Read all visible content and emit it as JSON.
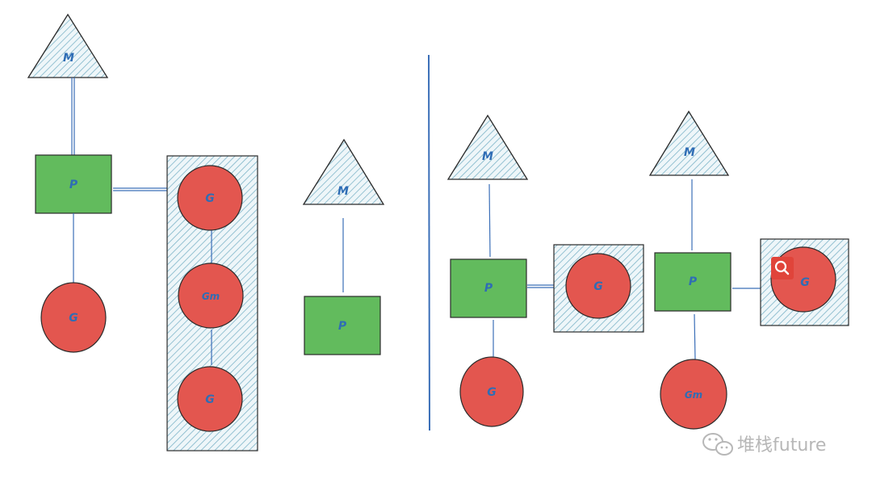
{
  "labels": {
    "m": "M",
    "p": "P",
    "g": "G",
    "gm": "Gm"
  },
  "watermark": "堆栈future",
  "icons": {
    "search": "search-icon",
    "wechat": "wechat-icon"
  },
  "colors": {
    "machine": "#d8e9f2",
    "processor": "#62bb5d",
    "goroutine": "#e3564f",
    "queue_hatch": "#7fb5c9",
    "link": "#3b6fb8",
    "search_badge": "#e0443a"
  }
}
